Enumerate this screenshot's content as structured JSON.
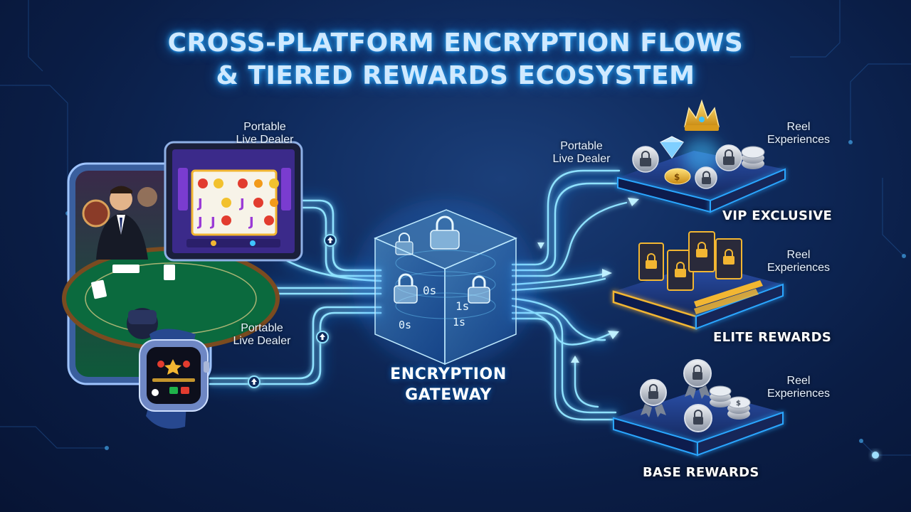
{
  "title": {
    "line1": "CROSS-PLATFORM ENCRYPTION FLOWS",
    "line2": "& TIERED REWARDS ECOSYSTEM"
  },
  "devices": {
    "tablet_label": [
      "Portable",
      "Live Dealer"
    ],
    "watch_label": [
      "Portable",
      "Live Dealer"
    ]
  },
  "gateway": {
    "label_line1": "ENCRYPTION",
    "label_line2": "GATEWAY",
    "cube_glyphs": [
      "0s",
      "1s",
      "0s",
      "1s"
    ]
  },
  "tiers": [
    {
      "name": "VIP EXCLUSIVE",
      "side_label": [
        "Reel",
        "Experiences"
      ],
      "extra_label": [
        "Portable",
        "Live Dealer"
      ],
      "coin_symbol": "$"
    },
    {
      "name": "ELITE REWARDS",
      "side_label": [
        "Reel",
        "Experiences"
      ]
    },
    {
      "name": "BASE REWARDS",
      "side_label": [
        "Reel",
        "Experiences"
      ],
      "coin_symbol": "$"
    }
  ],
  "colors": {
    "flow": "#3fc4ff",
    "flow_glow": "#1b8dff",
    "gold": "#f2b632",
    "platform": "#1d3b86",
    "platform_edge": "#2aa6ff"
  },
  "icons": [
    "lock-icon",
    "crown-icon",
    "diamond-icon",
    "coin-icon",
    "card-icon",
    "medal-icon"
  ]
}
